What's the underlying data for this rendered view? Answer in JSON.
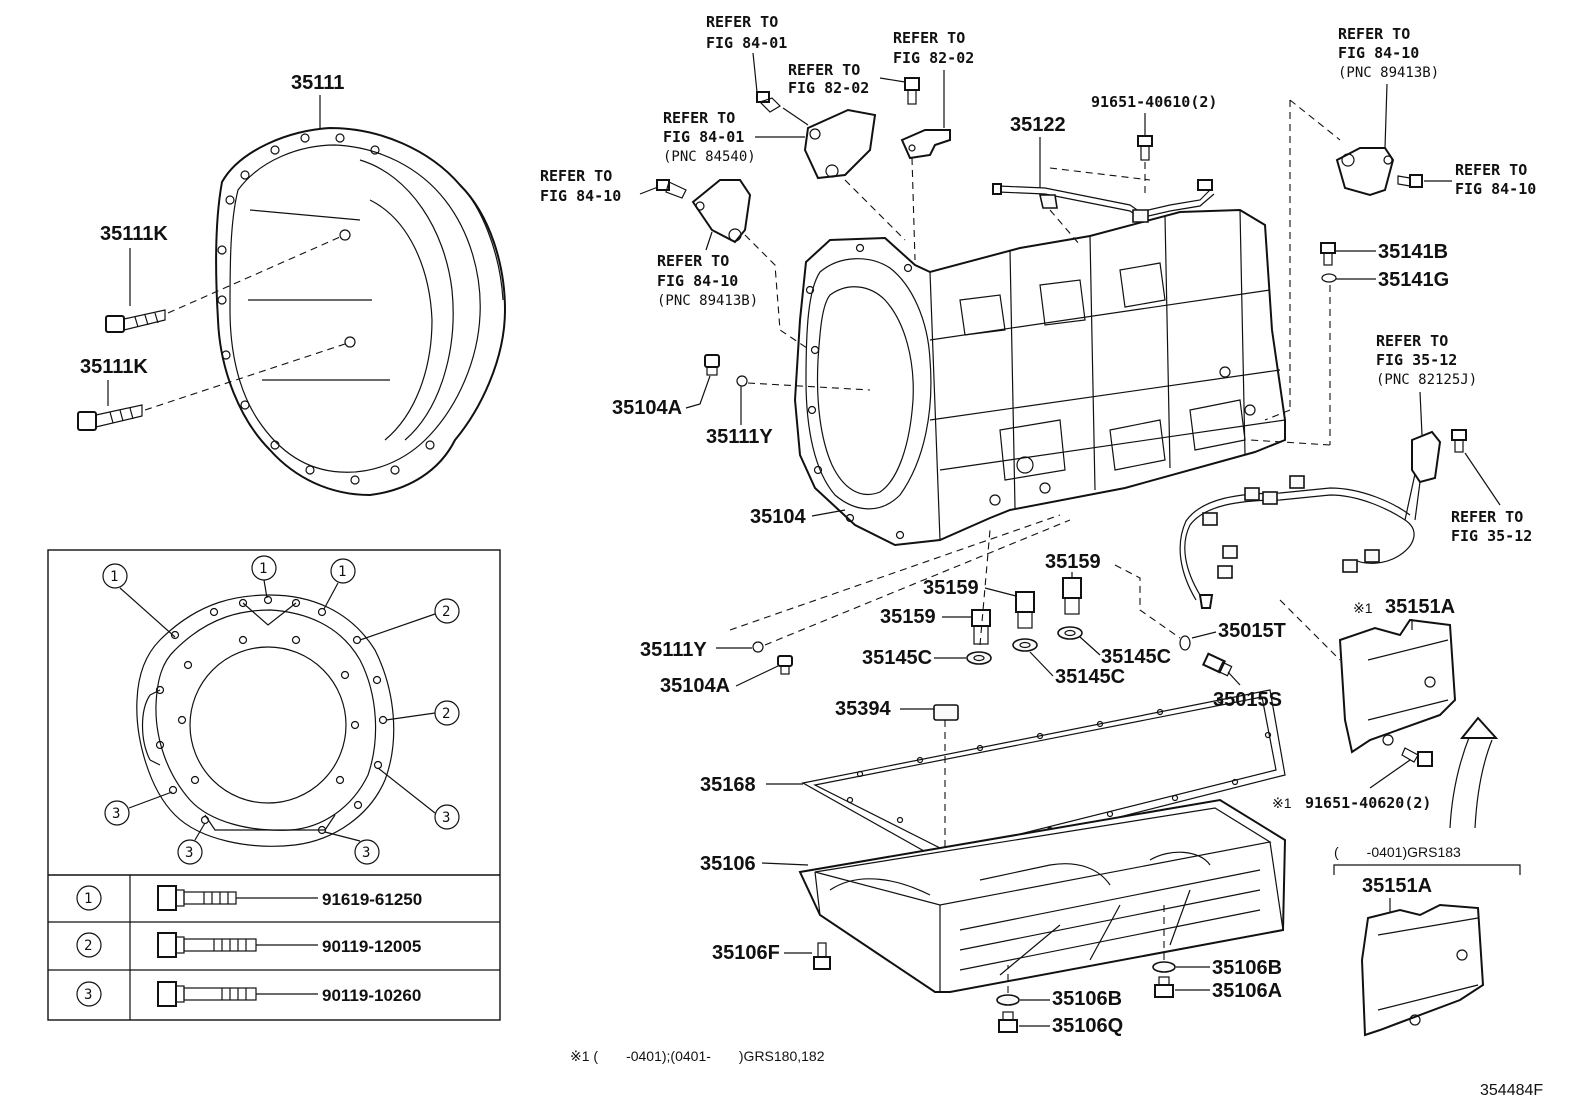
{
  "parts": {
    "p35111": "35111",
    "p35111K_a": "35111K",
    "p35111K_b": "35111K",
    "p35104A_a": "35104A",
    "p35111Y_a": "35111Y",
    "p35104": "35104",
    "p35122": "35122",
    "p91651_40610": "91651-40610(2)",
    "p35141B": "35141B",
    "p35141G": "35141G",
    "p35159_a": "35159",
    "p35159_b": "35159",
    "p35159_c": "35159",
    "p35145C_a": "35145C",
    "p35145C_b": "35145C",
    "p35145C_c": "35145C",
    "p35015T": "35015T",
    "p35015S": "35015S",
    "p35111Y_b": "35111Y",
    "p35104A_b": "35104A",
    "p35394": "35394",
    "p35168": "35168",
    "p35106": "35106",
    "p35106F": "35106F",
    "p35106B_a": "35106B",
    "p35106A": "35106A",
    "p35106B_b": "35106B",
    "p35106Q": "35106Q",
    "p35151A_a": "35151A",
    "p35151A_b": "35151A",
    "p91651_40620": "91651-40620(2)"
  },
  "refs": {
    "r1a": "REFER TO",
    "r1b": "FIG 84-01",
    "r2a": "REFER TO",
    "r2b": "FIG 82-02",
    "r3a": "REFER TO",
    "r3b": "FIG 82-02",
    "r4a": "REFER TO",
    "r4b": "FIG 84-01",
    "r4c": "(PNC 84540)",
    "r5a": "REFER TO",
    "r5b": "FIG 84-10",
    "r6a": "REFER TO",
    "r6b": "FIG 84-10",
    "r6c": "(PNC 89413B)",
    "r7a": "REFER TO",
    "r7b": "FIG 84-10",
    "r7c": "(PNC 89413B)",
    "r8a": "REFER TO",
    "r8b": "FIG 84-10",
    "r9a": "REFER TO",
    "r9b": "FIG 35-12",
    "r9c": "(PNC 82125J)",
    "r10a": "REFER TO",
    "r10b": "FIG 35-12"
  },
  "bolt_table": {
    "rows": [
      {
        "index": "1",
        "part": "91619-61250"
      },
      {
        "index": "2",
        "part": "90119-12005"
      },
      {
        "index": "3",
        "part": "90119-10260"
      }
    ]
  },
  "callouts": {
    "c1": "1",
    "c2": "1",
    "c3": "1",
    "c4": "2",
    "c5": "2",
    "c6": "3",
    "c7": "3",
    "c8": "3",
    "c9": "3"
  },
  "notes": {
    "mark1": "※1",
    "mark2": "※1",
    "range_header": "(　　-0401)GRS183",
    "footnote": "※1 (　　-0401);(0401-　　)GRS180,182",
    "figure_id": "354484F"
  }
}
